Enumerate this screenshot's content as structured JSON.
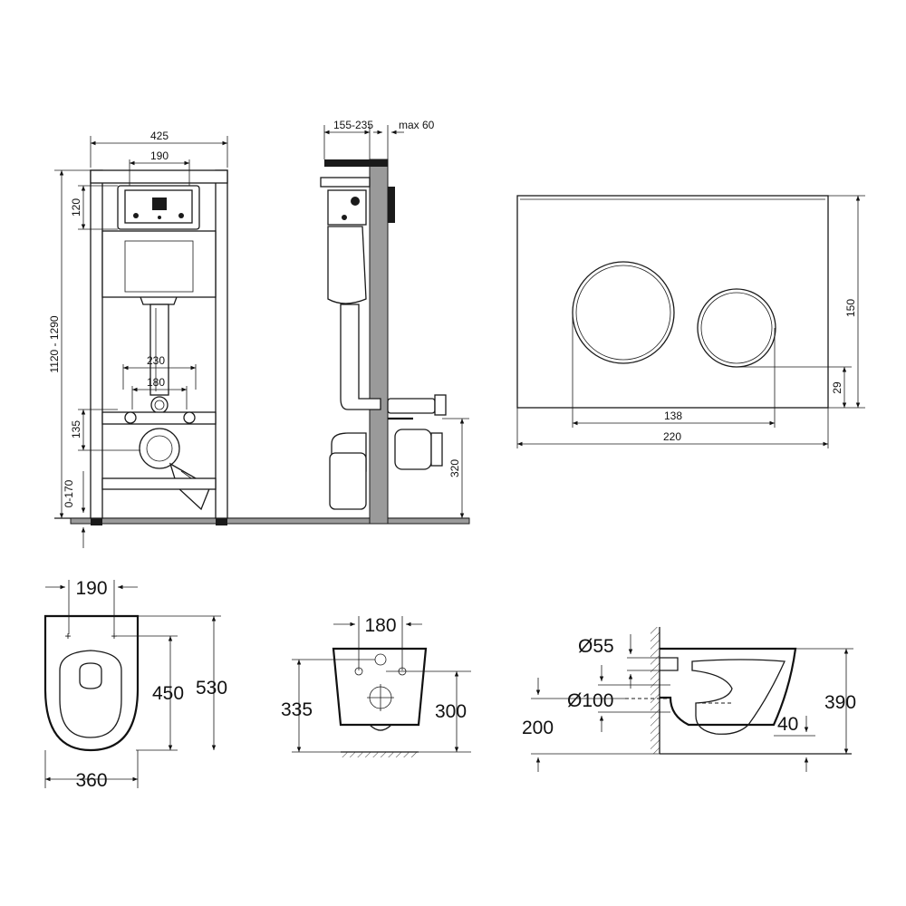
{
  "frame_front": {
    "width": "425",
    "bracket_width": "190",
    "top_height": "120",
    "total_height": "1120 - 1290",
    "bolt_spacing_outer": "230",
    "bolt_spacing_inner": "180",
    "bolt_height": "135",
    "foot_height": "0-170"
  },
  "frame_side": {
    "depth": "155-235",
    "panel_depth": "max 60",
    "outlet_height": "320"
  },
  "flush_plate": {
    "height": "150",
    "button_offset": "29",
    "button_span": "138",
    "width": "220"
  },
  "bowl_top": {
    "bolt_spacing": "190",
    "inner_length": "450",
    "length": "530",
    "width": "360"
  },
  "bowl_back": {
    "bolt_spacing": "180",
    "height_left": "335",
    "height_right": "300"
  },
  "bowl_side": {
    "inlet_diameter": "Ø55",
    "outlet_diameter": "Ø100",
    "outlet_height": "200",
    "height": "390",
    "rim_offset": "40"
  }
}
